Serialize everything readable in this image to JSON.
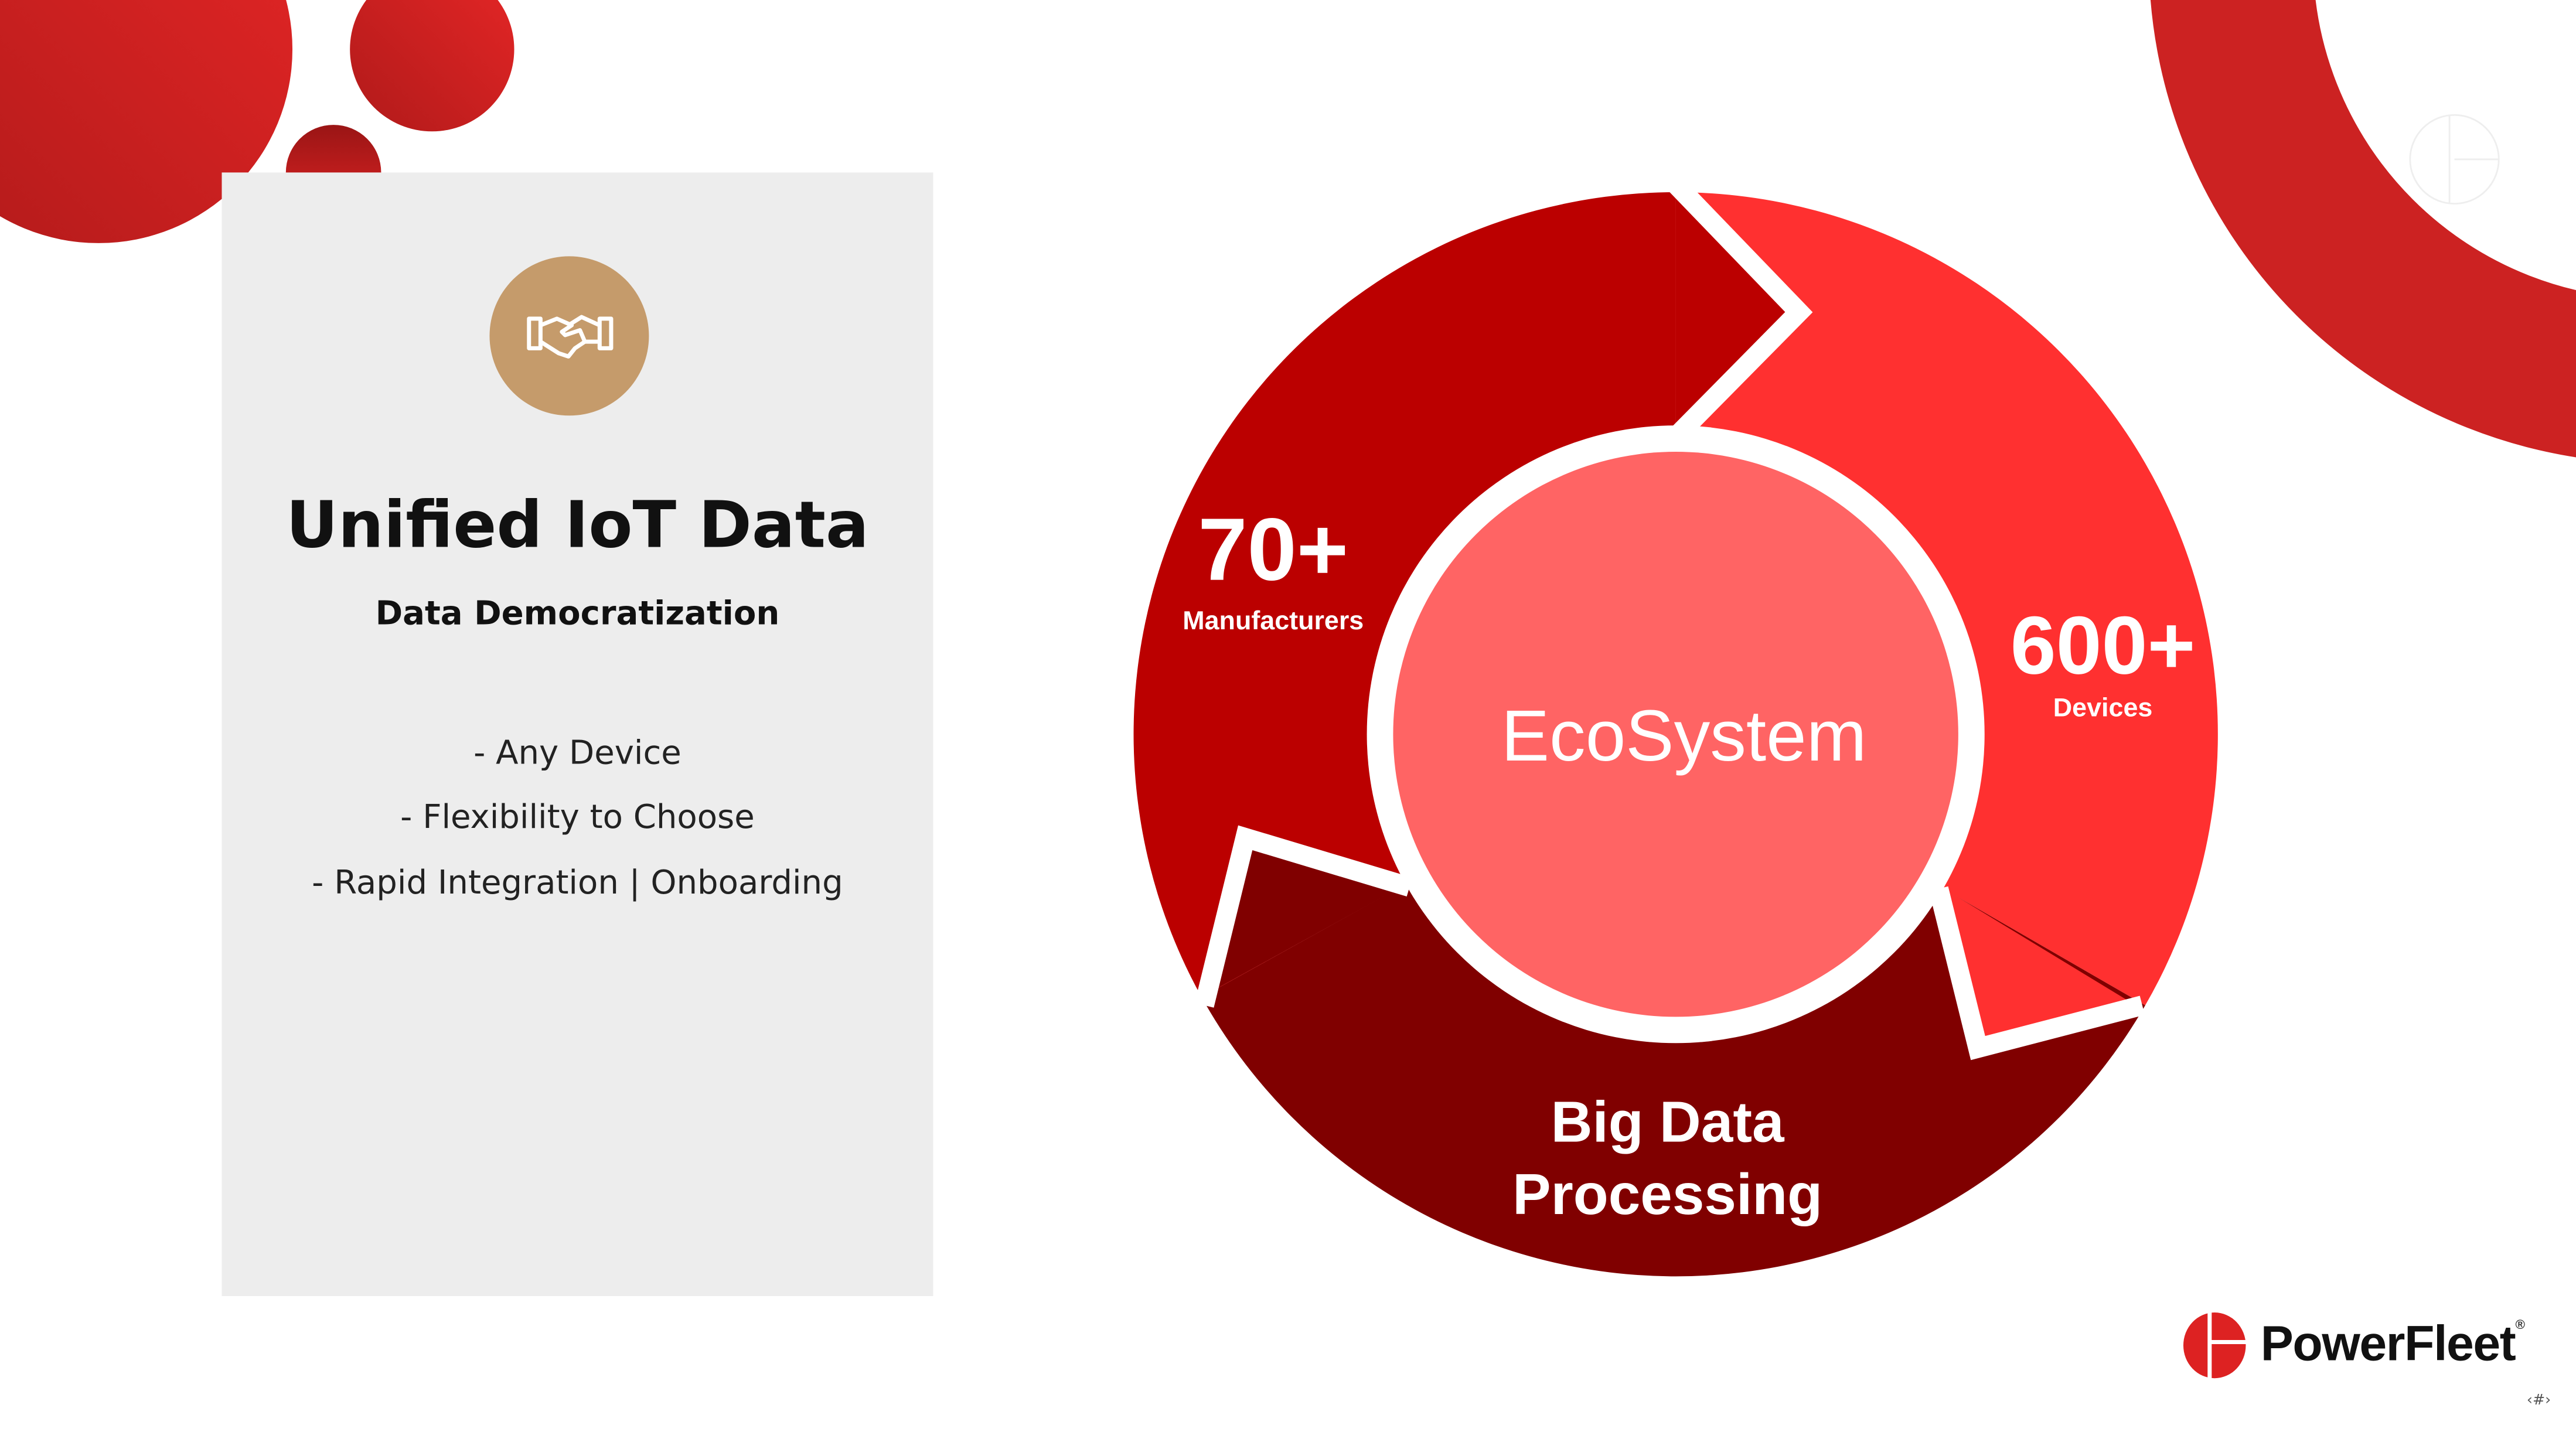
{
  "card": {
    "icon": "handshake-icon",
    "title": "Unified IoT Data",
    "subtitle": "Data Democratization",
    "bullets": [
      "- Any Device",
      "- Flexibility to Choose",
      "- Rapid Integration | Onboarding"
    ]
  },
  "diagram": {
    "center": "EcoSystem",
    "segments": [
      {
        "value": "70+",
        "label": "Manufacturers",
        "color": "#bb0000"
      },
      {
        "value": "600+",
        "label": "Devices",
        "color": "#ff3030"
      },
      {
        "line1": "Big Data",
        "line2": "Processing",
        "color": "#800000"
      }
    ],
    "center_color": "#ff6464"
  },
  "logo": {
    "name": "PowerFleet",
    "registered": "®"
  },
  "footer": {
    "page_number": "‹#›"
  },
  "colors": {
    "accent": "#d42222",
    "panel": "#ededed",
    "icon_bg": "#c59b6b"
  }
}
